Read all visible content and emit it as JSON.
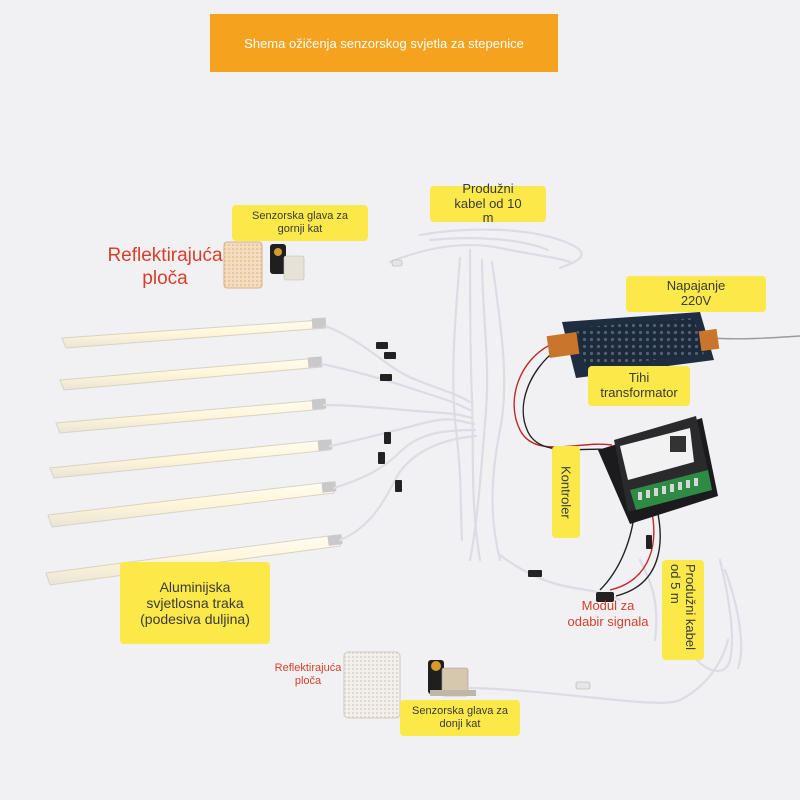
{
  "title": "Shema ožičenja senzorskog svjetla za stepenice",
  "labels": {
    "extension_10m": "Produžni kabel od 10 m",
    "sensor_top": "Senzorska glava za gornji kat",
    "reflector_top": "Reflektirajuća ploča",
    "power": "Napajanje 220V",
    "transformer": "Tihi transformator",
    "controller": "Kontroler",
    "strip": "Aluminijska svjetlosna traka (podesiva duljina)",
    "module": "Modul za odabir signala",
    "extension_5m": "Produžni kabel od 5 m",
    "reflector_bottom": "Reflektirajuća ploča",
    "sensor_bottom": "Senzorska glava za donji kat"
  },
  "colors": {
    "banner": "#f5a21e",
    "highlight": "#fbe94a",
    "red_text": "#d6402a"
  }
}
